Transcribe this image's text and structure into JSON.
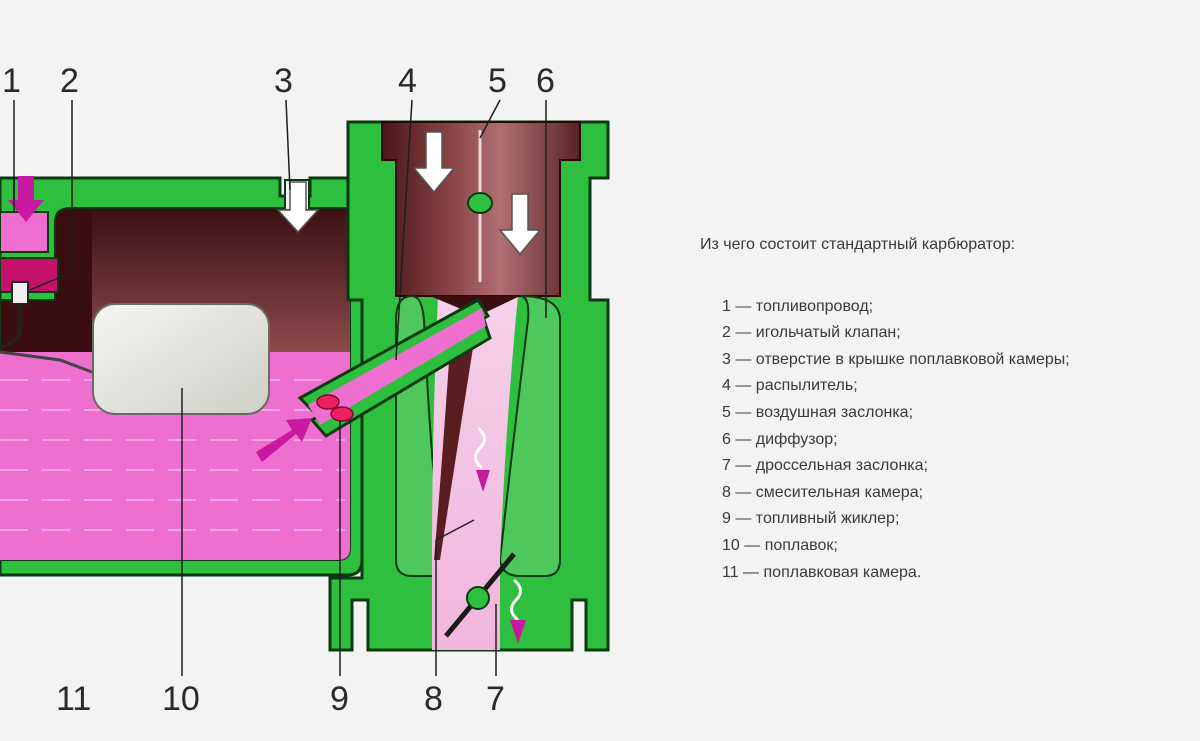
{
  "callouts": {
    "n1": "1",
    "n2": "2",
    "n3": "3",
    "n4": "4",
    "n5": "5",
    "n6": "6",
    "n7": "7",
    "n8": "8",
    "n9": "9",
    "n10": "10",
    "n11": "11"
  },
  "legend": {
    "title": "Из чего состоит стандартный карбюратор:",
    "items": [
      "1 — топливопровод;",
      "2 — игольчатый клапан;",
      "3 — отверстие в крышке поплавковой камеры;",
      "4 — распылитель;",
      "5 — воздушная заслонка;",
      "6 — диффузор;",
      "7 — дроссельная заслонка;",
      "8 — смесительная камера;",
      "9 — топливный жиклер;",
      "10 — поплавок;",
      "11 — поплавковая камера."
    ]
  },
  "colors": {
    "housing": "#2fbf3f",
    "housing_outline": "#0a3a12",
    "fuel": "#ee6fcf",
    "fuel_line": "#f7a8e3",
    "air": "#6e2a2c",
    "float": "#e6e6e0",
    "arrow_magenta": "#c81aa0",
    "background": "#f3f3f3"
  }
}
